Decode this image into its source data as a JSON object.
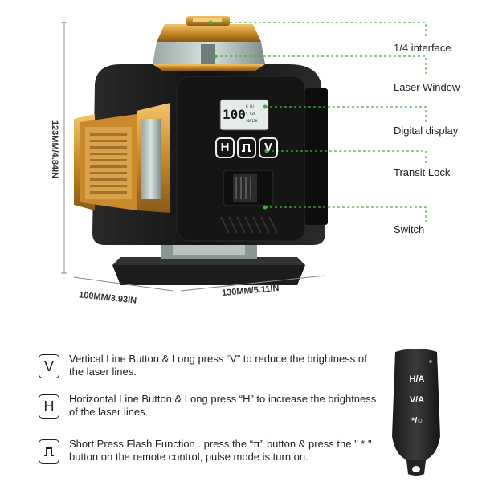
{
  "callouts": {
    "interface": "1/4 interface",
    "laser_window": "Laser Window",
    "digital_display": "Digital display",
    "transit_lock": "Transit Lock",
    "switch": "Switch"
  },
  "dimensions": {
    "height": "123MM/4.84IN",
    "depth": "100MM/3.93IN",
    "width": "130MM/5.11IN"
  },
  "device": {
    "display_digits": "100",
    "display_lines": [
      "H 0U",
      "S V2H",
      "S0V12H"
    ],
    "button_h": "H",
    "button_v": "V"
  },
  "legend": [
    {
      "icon": "V",
      "text": "Vertical Line Button & Long press “V” to reduce the brightness of the laser lines."
    },
    {
      "icon": "H",
      "text": "Horizontal Line Button & Long press “H” to increase the brightness of the laser lines."
    },
    {
      "icon": "pulse",
      "text": "Short Press Flash Function . press the “π” button & press the \" * \" button on the remote control, pulse mode is turn on."
    }
  ],
  "remote": {
    "btn1": "H/A",
    "btn2": "V/A",
    "btn3": "*/○"
  },
  "colors": {
    "accent_green": "#3cb43c",
    "gold": "#d9a33a",
    "body_black": "#1a1a1a"
  }
}
